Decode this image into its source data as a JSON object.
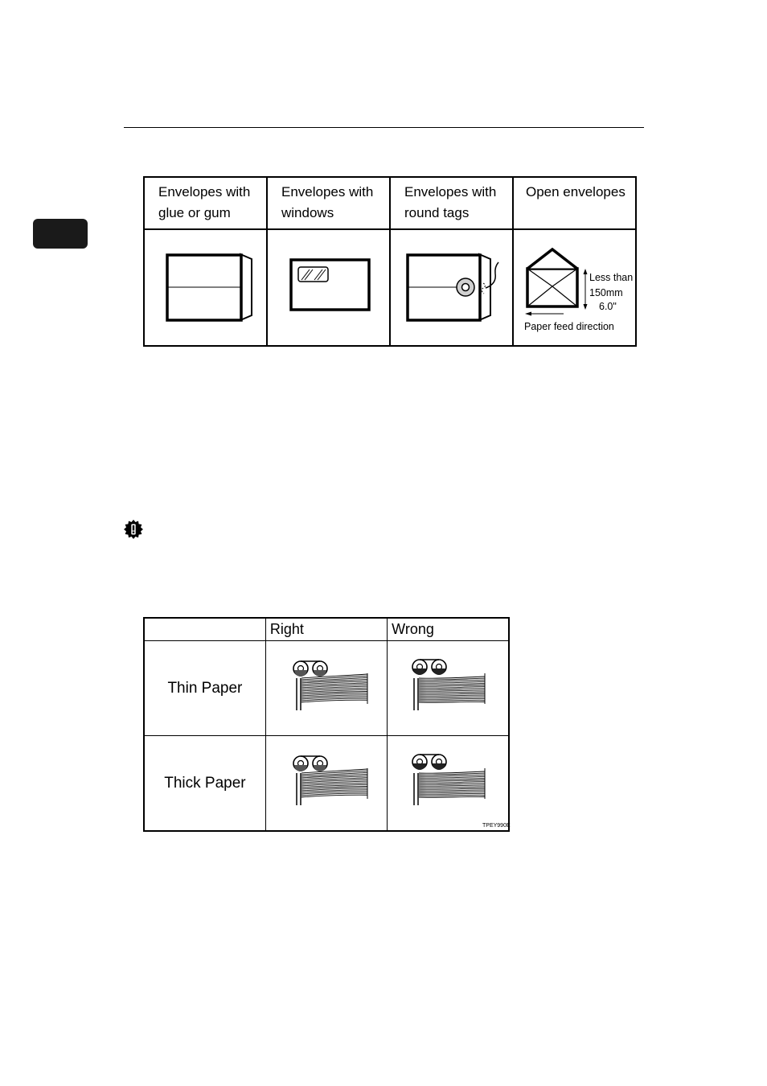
{
  "envelope_table": {
    "headers": [
      {
        "line1": "Envelopes with",
        "line2": "glue or gum"
      },
      {
        "line1": "Envelopes with",
        "line2": "windows"
      },
      {
        "line1": "Envelopes with",
        "line2": "round tags"
      },
      {
        "line1": "Open envelopes",
        "line2": ""
      }
    ],
    "open_envelope": {
      "less_than": "Less than",
      "mm": "150mm",
      "inch": "6.0\"",
      "feed_direction": "Paper feed direction"
    }
  },
  "paper_table": {
    "col_headers": [
      "",
      "Right",
      "Wrong"
    ],
    "rows": [
      {
        "label": "Thin Paper"
      },
      {
        "label": "Thick Paper"
      }
    ],
    "figure_code": "TPEY990E"
  },
  "icons": {
    "important": "important-icon"
  }
}
